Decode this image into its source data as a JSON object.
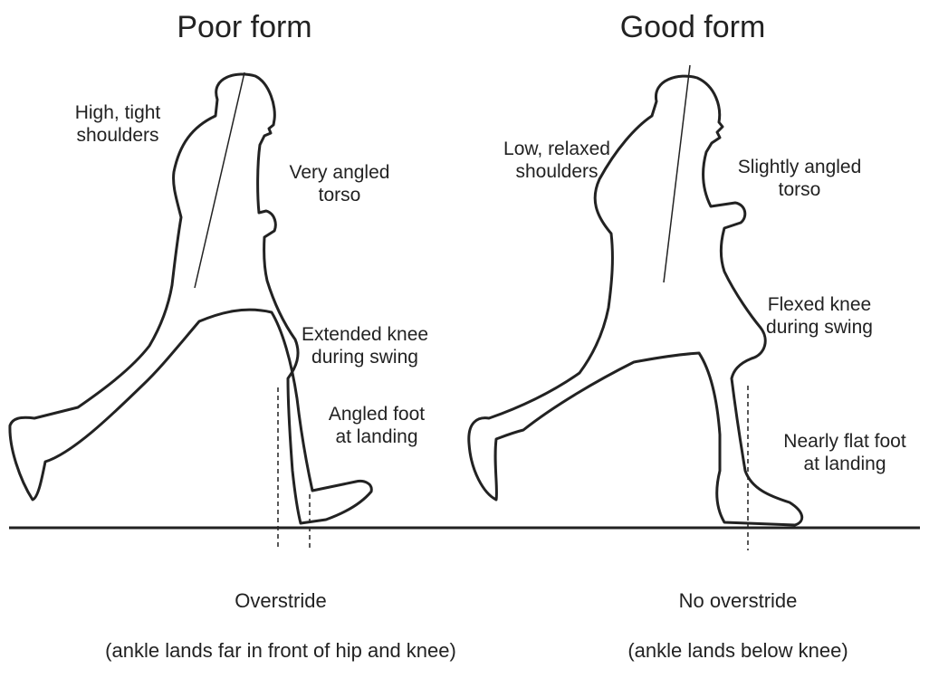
{
  "panels": {
    "poor": {
      "title": "Poor form",
      "shoulders": "High, tight\nshoulders",
      "torso": "Very angled\ntorso",
      "knee": "Extended knee\nduring swing",
      "foot": "Angled foot\nat landing",
      "stride_title": "Overstride",
      "stride_note": "(ankle lands far in front of hip and knee)"
    },
    "good": {
      "title": "Good form",
      "shoulders": "Low, relaxed\nshoulders",
      "torso": "Slightly angled\ntorso",
      "knee": "Flexed knee\nduring swing",
      "foot": "Nearly flat foot\nat landing",
      "stride_title": "No overstride",
      "stride_note": "(ankle lands below knee)"
    }
  },
  "colors": {
    "outline": "#222222",
    "background": "#ffffff"
  }
}
